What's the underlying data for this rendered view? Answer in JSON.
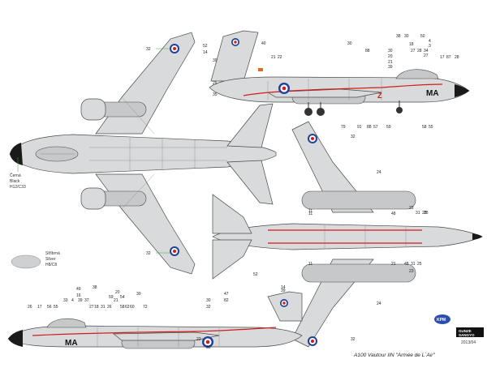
{
  "caption": "A100 Vautour IIN \"Armée de L´Air\"",
  "date_code": "2013/04",
  "colors": {
    "black": "#1a1a1a",
    "silver": "#d9dadb",
    "roundel_blue": "#1f3f9a",
    "roundel_red": "#d21d1d",
    "stripe_red": "#d21d1d",
    "leader_green": "#3aa83a"
  },
  "legend": {
    "black_lines": [
      "Černá",
      "Black",
      "H12/C33"
    ],
    "silver_lines": [
      "Stříbrná",
      "Silver",
      "H8/C8"
    ]
  },
  "markings": {
    "code_top": "MA",
    "code_bottom": "MA",
    "tail_letter": "Z"
  },
  "logos": {
    "publisher_logo": "KPM",
    "gunze_line1": "GUNZE",
    "gunze_line2": "SANGYO"
  },
  "callouts": {
    "top_left": [
      "32",
      "32"
    ],
    "side_top": [
      "52",
      "14",
      "40",
      "21",
      "22",
      "39",
      "25",
      "35",
      "30",
      "88",
      "30",
      "20",
      "21",
      "39",
      "38",
      "27",
      "18",
      "30",
      "50",
      "28",
      "34",
      "27",
      "3",
      "4",
      "17",
      "87",
      "28",
      "79",
      "91",
      "88",
      "57",
      "59",
      "58",
      "55"
    ],
    "right_wing": [
      "32",
      "24",
      "11",
      "11",
      "48",
      "23",
      "31",
      "28",
      "21",
      "11",
      "48",
      "31",
      "25",
      "28",
      "23",
      "24"
    ],
    "side_bottom": [
      "49",
      "16",
      "38",
      "26",
      "17",
      "33",
      "4",
      "39",
      "37",
      "27",
      "18",
      "31",
      "26",
      "21",
      "30",
      "72",
      "62",
      "82",
      "52",
      "39",
      "14",
      "47",
      "30",
      "32",
      "22",
      "35",
      "32",
      "56",
      "55",
      "59",
      "54",
      "58",
      "60",
      "20"
    ]
  }
}
